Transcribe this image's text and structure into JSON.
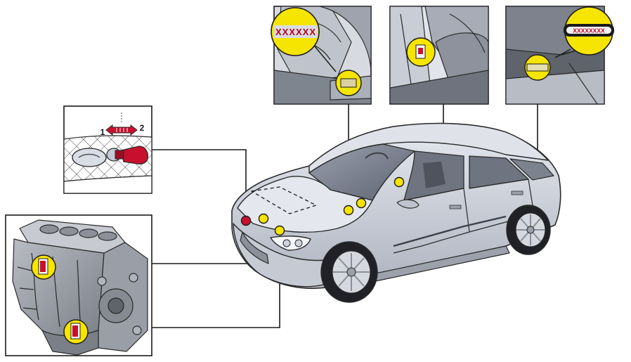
{
  "callouts": {
    "seat_label": {
      "code": "XXXXXX"
    },
    "door_pillar": {},
    "windshield_plate": {
      "code": "XXXXXXXX"
    },
    "fuel_filler": {
      "step1": "1",
      "step2": "2"
    },
    "engine_block": {}
  },
  "colors": {
    "marker_yellow": "#f6e500",
    "marker_red": "#c8102e",
    "body_silver": "#cfd3dc",
    "outline": "#1a1a1a"
  },
  "icons": [
    "car-illustration",
    "engine-block-illustration",
    "seat-illustration",
    "door-pillar-illustration",
    "windshield-illustration",
    "fuel-cap-illustration"
  ]
}
